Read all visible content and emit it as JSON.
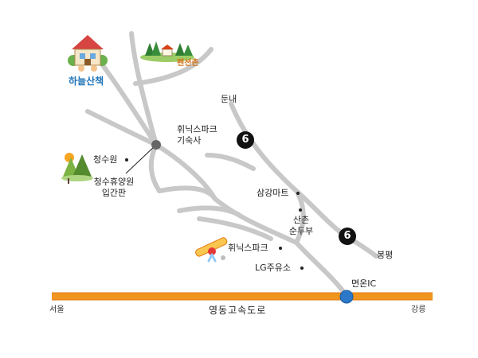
{
  "places": {
    "haneul": "하늘산책",
    "pension": "펜션촌",
    "dunnae": "둔내",
    "dorm_line1": "휘닉스파크",
    "dorm_line2": "기숙사",
    "cheongsuwon": "청수원",
    "entrance_line1": "청수휴양원",
    "entrance_line2": "입간판",
    "samgang": "삼강마트",
    "sanchon_line1": "산촌",
    "sanchon_line2": "순두부",
    "phoenix": "휘닉스파크",
    "lg": "LG주유소",
    "bongpyeong": "봉평",
    "myeonon": "면온IC",
    "seoul": "서울",
    "gangneung": "강릉"
  },
  "route_number": "6",
  "expressway_name": "영동고속도로",
  "colors": {
    "road": "#c8c8c8",
    "expressway": "#f0961e",
    "ic_marker": "#2b78c8",
    "junction": "#666666",
    "brand_blue": "#1e73b8",
    "brand_orange": "#d0781f"
  },
  "icons": [
    "house-icon",
    "village-icon",
    "forest-icon",
    "snowboard-icon"
  ]
}
